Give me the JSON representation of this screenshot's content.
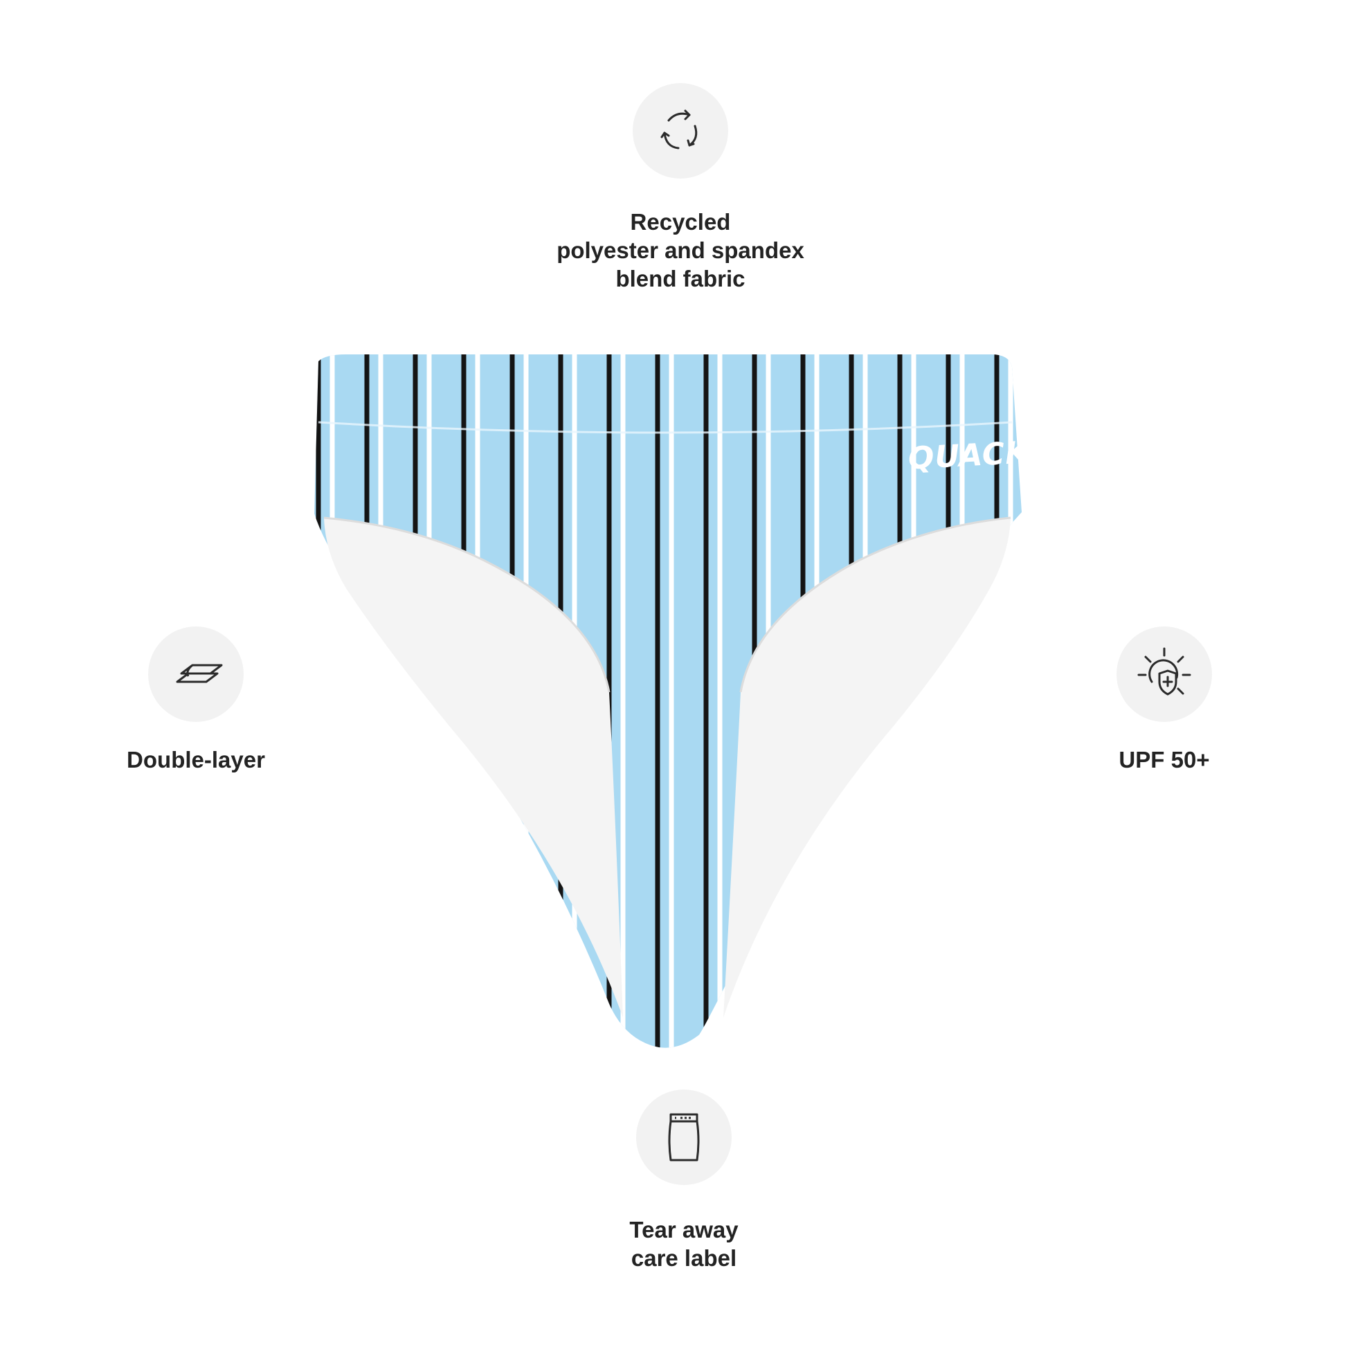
{
  "features": {
    "recycled": {
      "icon": "recycle-icon",
      "label": "Recycled\npolyester and spandex\nblend fabric"
    },
    "double_layer": {
      "icon": "layers-icon",
      "label": "Double-layer"
    },
    "upf": {
      "icon": "sun-shield-icon",
      "label": "UPF 50+"
    },
    "tear_away": {
      "icon": "care-label-icon",
      "label": "Tear away\ncare label"
    }
  },
  "product": {
    "brand_logo": "QUACKY",
    "colors": {
      "base": "#a9d9f2",
      "stripe_dark": "#141414",
      "stripe_light": "#ffffff",
      "lining": "#f4f4f4"
    }
  }
}
